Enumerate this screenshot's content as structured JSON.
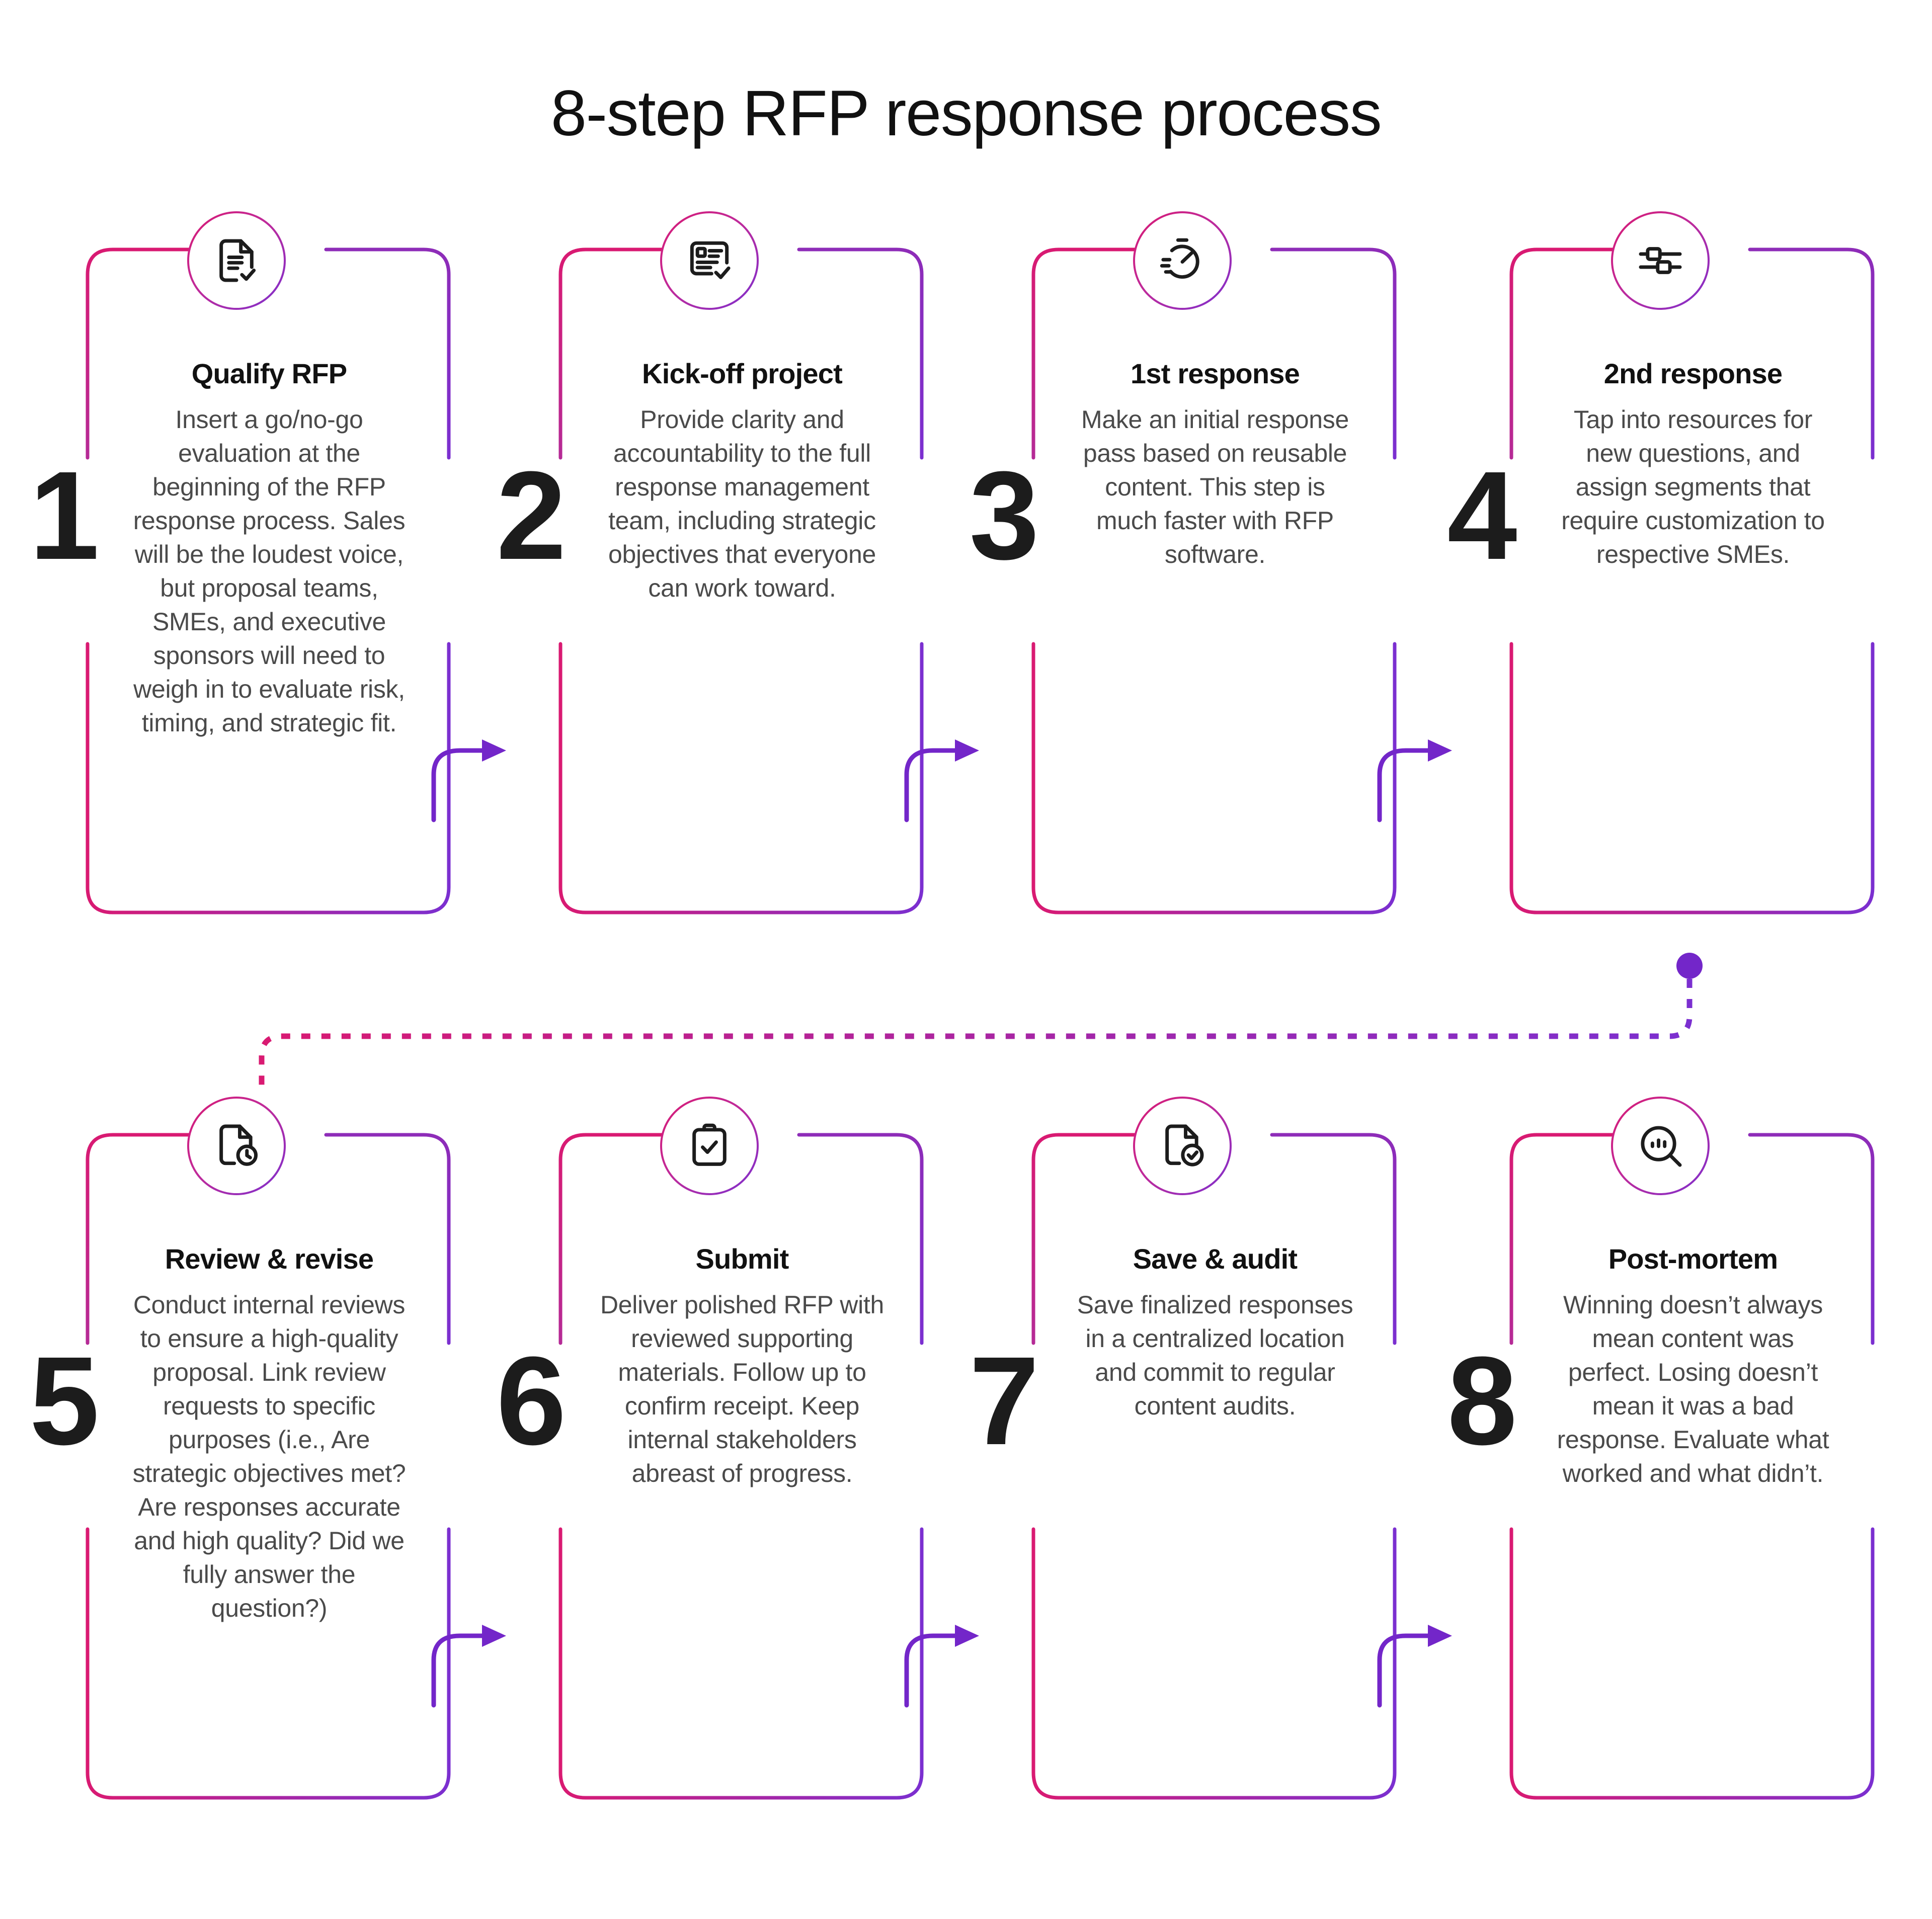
{
  "title": "8-step RFP response process",
  "colors": {
    "gradient_start": "#d91a72",
    "gradient_end": "#7b2fd0",
    "arrow": "#7326c9",
    "number": "#1c1c1c",
    "title": "#111111",
    "body_text": "#4a4a4a",
    "background": "#ffffff"
  },
  "steps": [
    {
      "number": "1",
      "title": "Qualify RFP",
      "icon": "document-check-icon",
      "description": "Insert a go/no-go evaluation at the beginning of the RFP response process. Sales will be the loudest voice, but proposal teams, SMEs, and executive sponsors will need to weigh in to evaluate risk, timing, and strategic fit."
    },
    {
      "number": "2",
      "title": "Kick-off project",
      "icon": "checklist-card-icon",
      "description": "Provide clarity and accountability to the full response management team, including strategic objectives that everyone can work toward."
    },
    {
      "number": "3",
      "title": "1st response",
      "icon": "stopwatch-speed-icon",
      "description": "Make an initial response pass based on reusable content. This step is much faster with RFP software."
    },
    {
      "number": "4",
      "title": "2nd response",
      "icon": "sliders-icon",
      "description": "Tap into resources for new questions, and assign segments that require customization to respective SMEs."
    },
    {
      "number": "5",
      "title": "Review & revise",
      "icon": "document-clock-icon",
      "description": "Conduct internal reviews to ensure a high-quality proposal. Link review requests to specific purposes (i.e., Are strategic objectives met? Are responses accurate and high quality? Did we fully answer the question?)"
    },
    {
      "number": "6",
      "title": "Submit",
      "icon": "clipboard-check-icon",
      "description": "Deliver polished RFP with reviewed supporting materials. Follow up to confirm receipt. Keep internal stakeholders abreast of progress."
    },
    {
      "number": "7",
      "title": "Save & audit",
      "icon": "document-check-circle-icon",
      "description": "Save finalized responses in a centralized location and commit to regular content audits."
    },
    {
      "number": "8",
      "title": "Post-mortem",
      "icon": "magnifier-insights-icon",
      "description": "Winning doesn’t always mean content was perfect. Losing doesn’t mean it was a bad response. Evaluate what worked and what didn’t."
    }
  ]
}
